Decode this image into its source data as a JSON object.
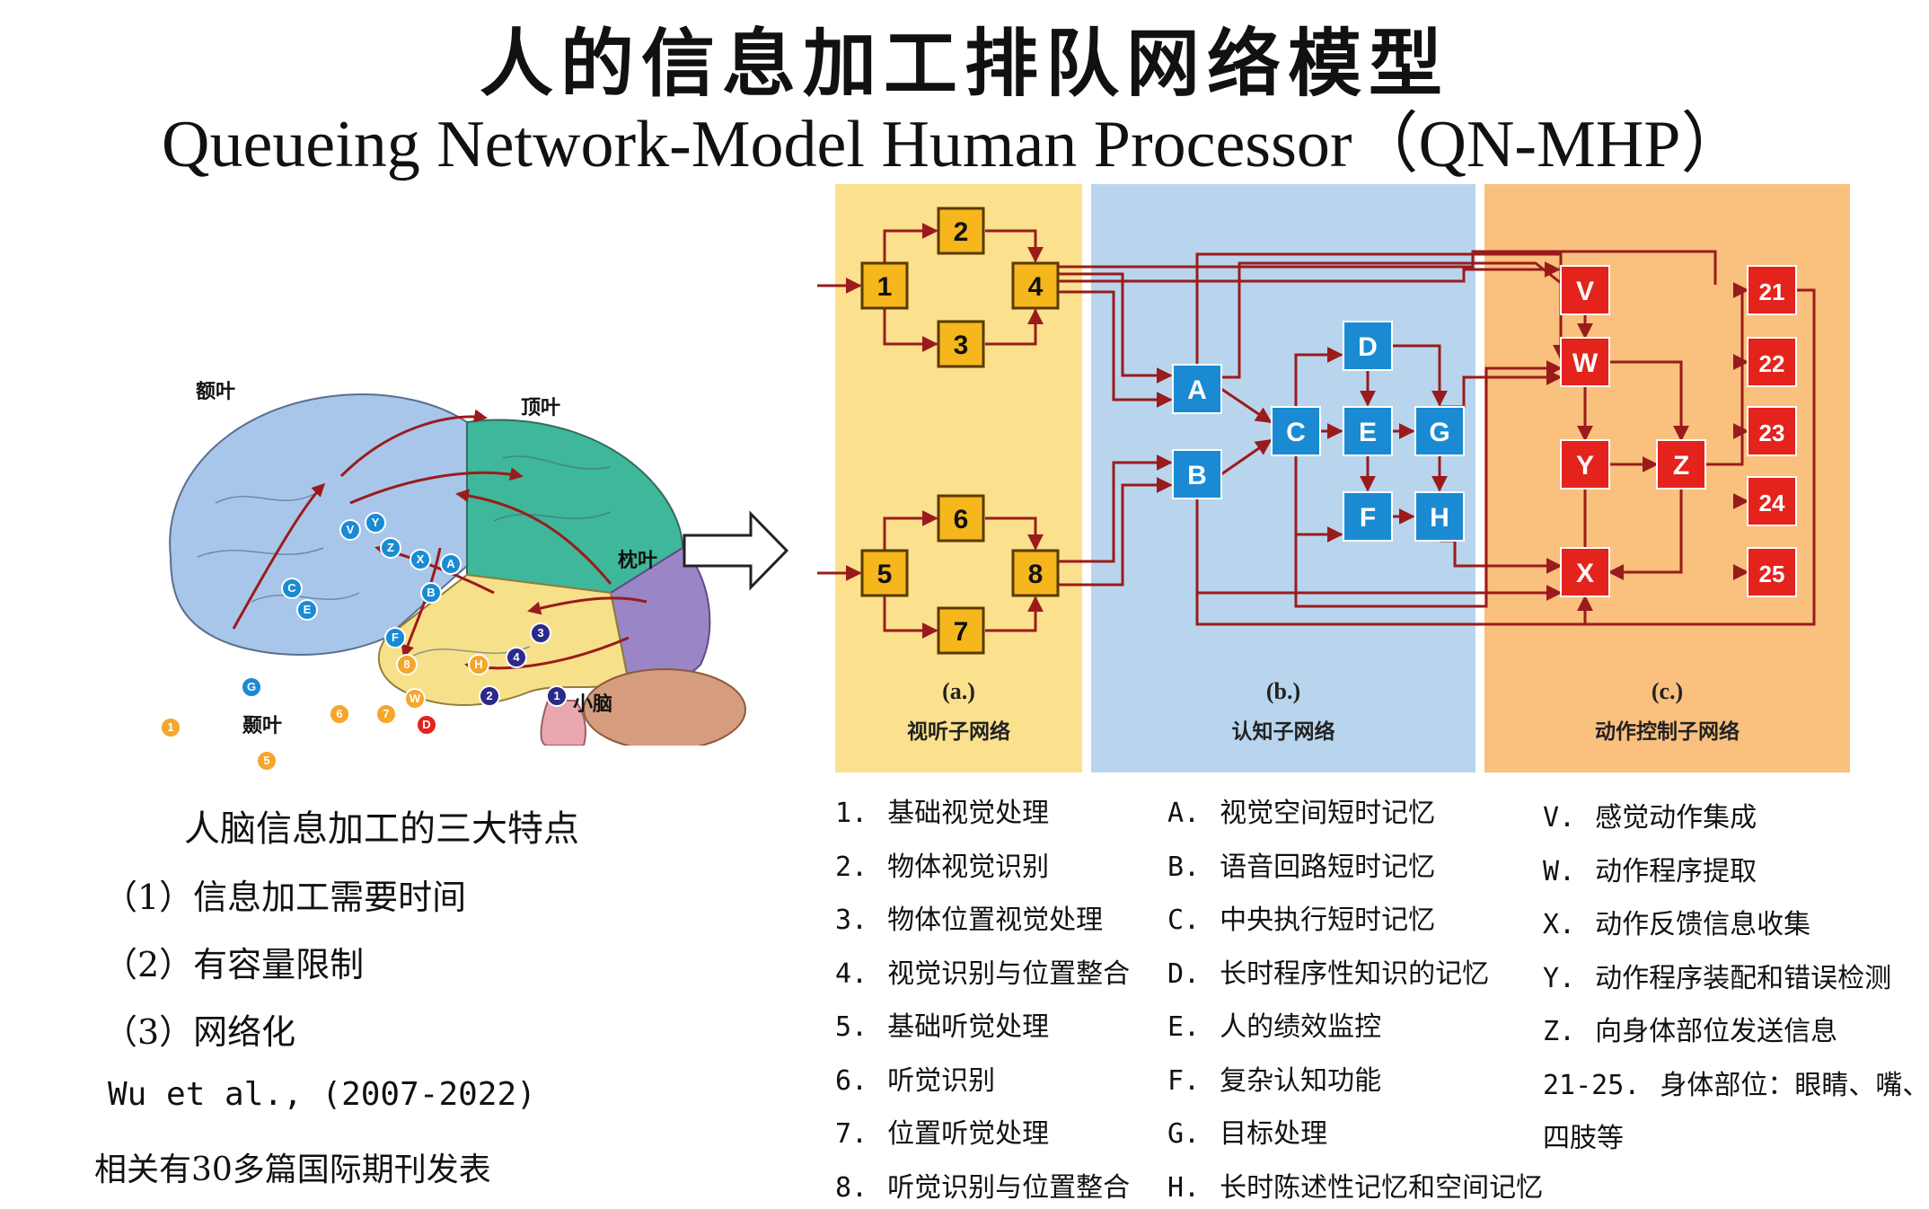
{
  "title": {
    "chinese": "人的信息加工排队网络模型",
    "english": "Queueing Network-Model Human Processor（QN-MHP）"
  },
  "brain": {
    "labels": {
      "frontal": "额叶",
      "parietal": "顶叶",
      "occipital": "枕叶",
      "temporal": "颞叶",
      "cerebellum": "小脑"
    },
    "nodes": [
      "V",
      "Y",
      "Z",
      "X",
      "A",
      "C",
      "E",
      "B",
      "F",
      "G",
      "3",
      "4",
      "8",
      "H",
      "W",
      "6",
      "7",
      "2",
      "1",
      "D",
      "1",
      "5"
    ]
  },
  "diagram": {
    "panels": [
      {
        "tag": "(a.)",
        "label": "视听子网络",
        "color": "#fbe08d"
      },
      {
        "tag": "(b.)",
        "label": "认知子网络",
        "color": "#b9d5ee"
      },
      {
        "tag": "(c.)",
        "label": "动作控制子网络",
        "color": "#f9c07e"
      }
    ],
    "perceptual_nodes": [
      "1",
      "2",
      "3",
      "4",
      "5",
      "6",
      "7",
      "8"
    ],
    "cognitive_nodes": [
      "A",
      "B",
      "C",
      "D",
      "E",
      "F",
      "G",
      "H"
    ],
    "motor_nodes": [
      "V",
      "W",
      "Y",
      "Z",
      "X",
      "21",
      "22",
      "23",
      "24",
      "25"
    ],
    "colors": {
      "perceptual": "#f6b71d",
      "cognitive": "#1a8bd3",
      "motor": "#e3231c",
      "arrow": "#9a1b1b"
    }
  },
  "features": {
    "heading": "人脑信息加工的三大特点",
    "items": [
      "（1）信息加工需要时间",
      "（2）有容量限制",
      "（3）网络化"
    ],
    "citation": "Wu et al., (2007-2022)",
    "note": "相关有30多篇国际期刊发表"
  },
  "legend": {
    "perceptual": [
      {
        "key": "1.",
        "text": "基础视觉处理"
      },
      {
        "key": "2.",
        "text": "物体视觉识别"
      },
      {
        "key": "3.",
        "text": "物体位置视觉处理"
      },
      {
        "key": "4.",
        "text": "视觉识别与位置整合"
      },
      {
        "key": "5.",
        "text": "基础听觉处理"
      },
      {
        "key": "6.",
        "text": "听觉识别"
      },
      {
        "key": "7.",
        "text": "位置听觉处理"
      },
      {
        "key": "8.",
        "text": "听觉识别与位置整合"
      }
    ],
    "cognitive": [
      {
        "key": "A.",
        "text": "视觉空间短时记忆"
      },
      {
        "key": "B.",
        "text": "语音回路短时记忆"
      },
      {
        "key": "C.",
        "text": "中央执行短时记忆"
      },
      {
        "key": "D.",
        "text": "长时程序性知识的记忆"
      },
      {
        "key": "E.",
        "text": "人的绩效监控"
      },
      {
        "key": "F.",
        "text": "复杂认知功能"
      },
      {
        "key": "G.",
        "text": "目标处理"
      },
      {
        "key": "H.",
        "text": "长时陈述性记忆和空间记忆"
      }
    ],
    "motor": [
      {
        "key": "V.",
        "text": "感觉动作集成"
      },
      {
        "key": "W.",
        "text": "动作程序提取"
      },
      {
        "key": "X.",
        "text": "动作反馈信息收集"
      },
      {
        "key": "Y.",
        "text": "动作程序装配和错误检测"
      },
      {
        "key": "Z.",
        "text": "向身体部位发送信息"
      },
      {
        "key": "21-25.",
        "text": "身体部位：眼睛、嘴、"
      },
      {
        "key": "",
        "text": "四肢等"
      }
    ]
  }
}
